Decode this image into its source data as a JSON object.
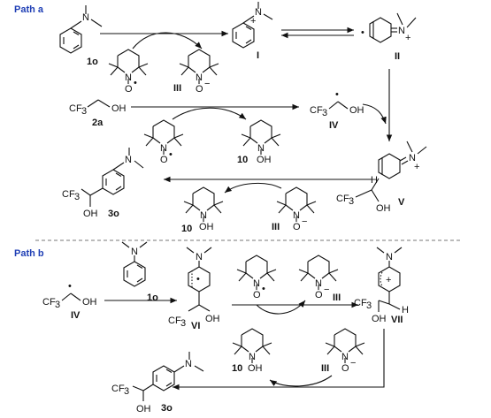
{
  "sections": {
    "path_a": "Path a",
    "path_b": "Path b"
  },
  "compounds": {
    "c1o": "1o",
    "cI": "I",
    "cII": "II",
    "cIII": "III",
    "c2a": "2a",
    "cIV": "IV",
    "c10": "10",
    "cV": "V",
    "c3o": "3o",
    "cVI": "VI",
    "cVII": "VII"
  },
  "atoms": {
    "N": "N",
    "O": "O",
    "OH": "OH",
    "CF3": "CF",
    "sub3": "3",
    "H": "H",
    "plus": "+",
    "minus": "−",
    "dot": "•"
  }
}
